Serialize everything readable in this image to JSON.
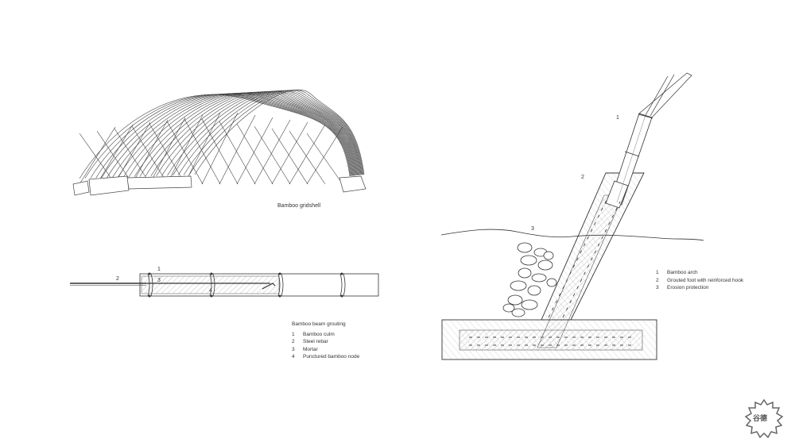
{
  "gridshell": {
    "caption": "Bamboo gridshell"
  },
  "beam": {
    "callouts": [
      "1",
      "2",
      "3",
      "4"
    ],
    "legend_title": "Bamboo beam grouting",
    "legend": [
      {
        "num": "1",
        "text": "Bamboo culm"
      },
      {
        "num": "2",
        "text": "Steel rebar"
      },
      {
        "num": "3",
        "text": "Mortar"
      },
      {
        "num": "4",
        "text": "Punctured bamboo node"
      }
    ]
  },
  "foot": {
    "callouts": [
      "1",
      "2",
      "3"
    ],
    "legend": [
      {
        "num": "1",
        "text": "Bamboo arch"
      },
      {
        "num": "2",
        "text": "Grouted foot with reinforced hook"
      },
      {
        "num": "3",
        "text": "Erosion protection"
      }
    ]
  },
  "colors": {
    "line": "#333333",
    "hatch": "#999999",
    "background": "#ffffff"
  },
  "watermark": {
    "icon": "gooood-logo-icon",
    "text": "谷德"
  }
}
